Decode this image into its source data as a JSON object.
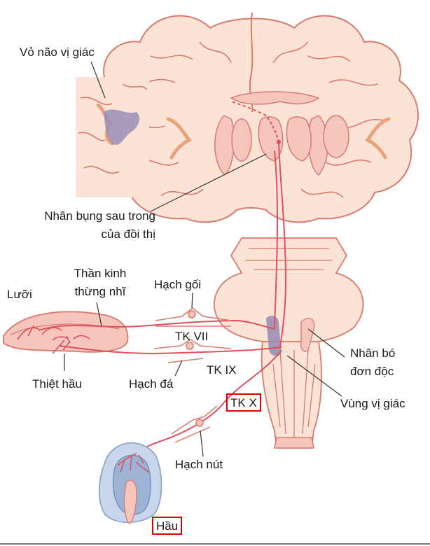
{
  "colors": {
    "tissue_fill": "#fbe3d6",
    "tissue_outline": "#d97a6e",
    "inner_fill": "#f6c6bd",
    "gustatory_area": "#9a8fb5",
    "nerve": "#e0505c",
    "pharynx_blue": "#9db3d6",
    "highlight_box": "#e00000"
  },
  "labels": {
    "gustatory_cortex": "Vỏ não vị giác",
    "thalamus_line1": "Nhân bụng sau trong",
    "thalamus_line2": "của đồi thị",
    "chorda_line1": "Thần kinh",
    "chorda_line2": "thừng nhĩ",
    "tongue": "Lưỡi",
    "geniculate_ganglion": "Hạch gối",
    "cn7": "TK VII",
    "cn9": "TK IX",
    "epiglottis": "Thiệt hầu",
    "petrosal_ganglion": "Hạch đá",
    "solitary_line1": "Nhân bó",
    "solitary_line2": "đơn độc",
    "gustatory_area": "Vùng vị giác",
    "cn10": "TK X",
    "nodose_ganglion": "Hạch nút",
    "pharynx": "Hầu"
  }
}
